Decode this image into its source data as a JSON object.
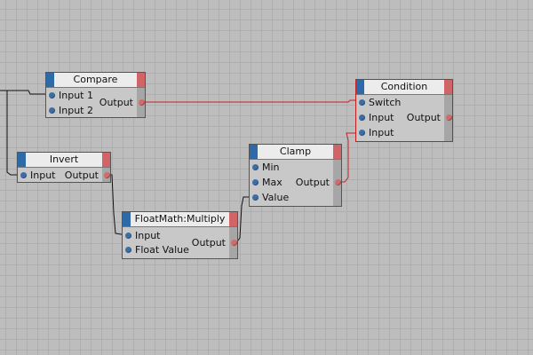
{
  "colors": {
    "background": "#bdbdbd",
    "grid_line": "#aeaeae",
    "node_body": "#c8c8c8",
    "header_bg": "#ececec",
    "input_cap": "#2e6aa8",
    "output_cap": "#d06466",
    "input_port": "#3c6ea5",
    "output_port": "#d46a6a",
    "wire": "#111111",
    "selected_wire": "#c81e1e",
    "selected_border": "#c81e1e"
  },
  "nodes": {
    "compare": {
      "title": "Compare",
      "inputs": [
        "Input 1",
        "Input 2"
      ],
      "output": "Output"
    },
    "condition": {
      "title": "Condition",
      "inputs": [
        "Switch",
        "Input",
        "Input"
      ],
      "output": "Output",
      "selected": true
    },
    "invert": {
      "title": "Invert",
      "inputs": [
        "Input"
      ],
      "output": "Output"
    },
    "clamp": {
      "title": "Clamp",
      "inputs": [
        "Min",
        "Max",
        "Value"
      ],
      "output": "Output"
    },
    "multiply": {
      "title": "FloatMath:Multiply",
      "inputs": [
        "Input",
        "Float Value"
      ],
      "output": "Output"
    }
  },
  "connections": [
    {
      "from": "compare.output",
      "to": "condition.switch",
      "selected": true
    },
    {
      "from": "clamp.output",
      "to": "condition.input_2"
    },
    {
      "from": "invert.output",
      "to": "multiply.input"
    },
    {
      "from": "multiply.output",
      "to": "clamp.value"
    },
    {
      "from": "offscreen",
      "to": "compare.input_1"
    },
    {
      "from": "offscreen",
      "to": "invert.input"
    }
  ]
}
